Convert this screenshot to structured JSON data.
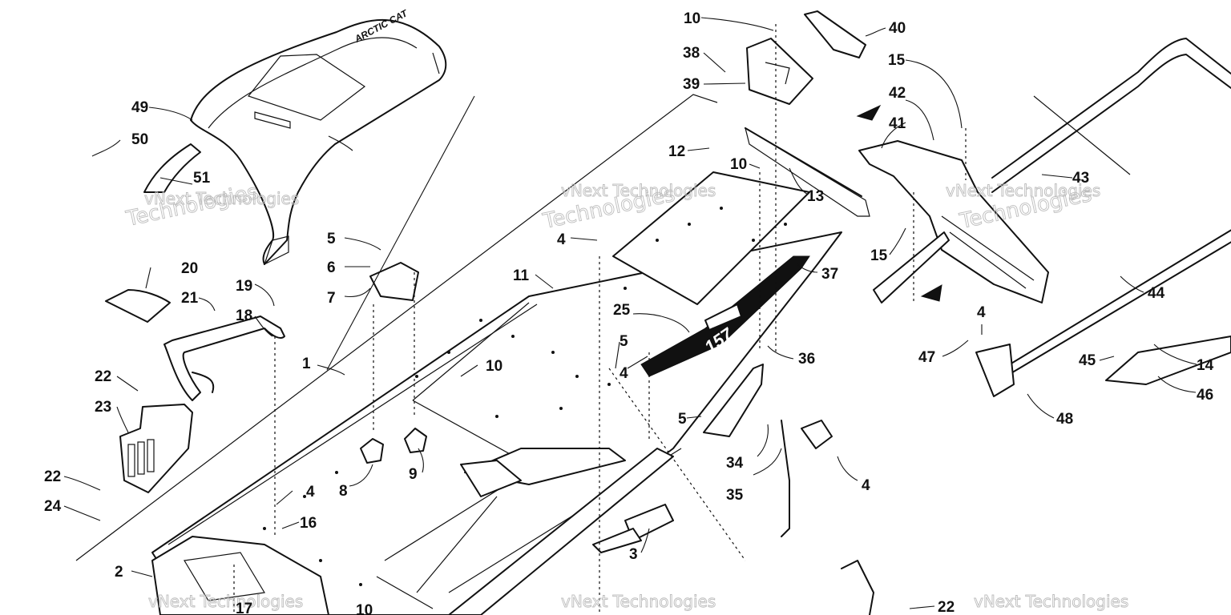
{
  "diagram": {
    "callouts": [
      {
        "id": "c1",
        "label": "1"
      },
      {
        "id": "c2",
        "label": "2"
      },
      {
        "id": "c3",
        "label": "3"
      },
      {
        "id": "c4a",
        "label": "4"
      },
      {
        "id": "c4b",
        "label": "4"
      },
      {
        "id": "c4c",
        "label": "4"
      },
      {
        "id": "c4d",
        "label": "4"
      },
      {
        "id": "c4e",
        "label": "4"
      },
      {
        "id": "c5a",
        "label": "5"
      },
      {
        "id": "c5b",
        "label": "5"
      },
      {
        "id": "c5c",
        "label": "5"
      },
      {
        "id": "c6",
        "label": "6"
      },
      {
        "id": "c7",
        "label": "7"
      },
      {
        "id": "c8",
        "label": "8"
      },
      {
        "id": "c9",
        "label": "9"
      },
      {
        "id": "c10a",
        "label": "10"
      },
      {
        "id": "c10b",
        "label": "10"
      },
      {
        "id": "c10c",
        "label": "10"
      },
      {
        "id": "c10d",
        "label": "10"
      },
      {
        "id": "c11",
        "label": "11"
      },
      {
        "id": "c12",
        "label": "12"
      },
      {
        "id": "c13",
        "label": "13"
      },
      {
        "id": "c14",
        "label": "14"
      },
      {
        "id": "c15a",
        "label": "15"
      },
      {
        "id": "c15b",
        "label": "15"
      },
      {
        "id": "c16",
        "label": "16"
      },
      {
        "id": "c17",
        "label": "17"
      },
      {
        "id": "c18",
        "label": "18"
      },
      {
        "id": "c19",
        "label": "19"
      },
      {
        "id": "c20",
        "label": "20"
      },
      {
        "id": "c21",
        "label": "21"
      },
      {
        "id": "c22a",
        "label": "22"
      },
      {
        "id": "c22b",
        "label": "22"
      },
      {
        "id": "c22c",
        "label": "22"
      },
      {
        "id": "c23",
        "label": "23"
      },
      {
        "id": "c24",
        "label": "24"
      },
      {
        "id": "c25",
        "label": "25"
      },
      {
        "id": "c34",
        "label": "34"
      },
      {
        "id": "c35",
        "label": "35"
      },
      {
        "id": "c36",
        "label": "36"
      },
      {
        "id": "c37",
        "label": "37"
      },
      {
        "id": "c38",
        "label": "38"
      },
      {
        "id": "c39",
        "label": "39"
      },
      {
        "id": "c40",
        "label": "40"
      },
      {
        "id": "c41",
        "label": "41"
      },
      {
        "id": "c42",
        "label": "42"
      },
      {
        "id": "c43",
        "label": "43"
      },
      {
        "id": "c44",
        "label": "44"
      },
      {
        "id": "c45",
        "label": "45"
      },
      {
        "id": "c46",
        "label": "46"
      },
      {
        "id": "c47",
        "label": "47"
      },
      {
        "id": "c48",
        "label": "48"
      },
      {
        "id": "c49",
        "label": "49"
      },
      {
        "id": "c50",
        "label": "50"
      },
      {
        "id": "c51",
        "label": "51"
      }
    ],
    "watermark": {
      "line1": "vNext Technologies",
      "line2": "Technologies"
    },
    "decal_text": "157",
    "seat_logo": "ARCTIC CAT"
  }
}
